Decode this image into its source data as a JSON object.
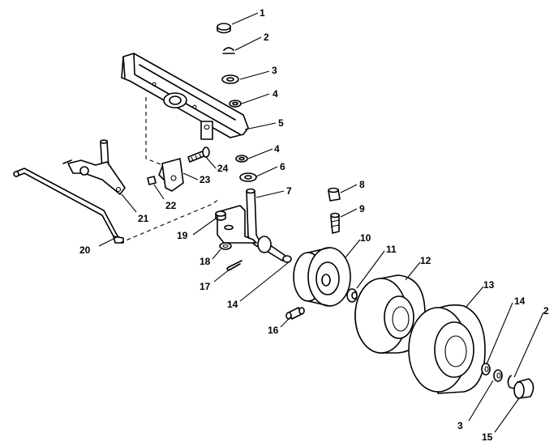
{
  "callouts": [
    {
      "text": "1"
    },
    {
      "text": "2"
    },
    {
      "text": "3"
    },
    {
      "text": "4"
    },
    {
      "text": "5"
    },
    {
      "text": "4"
    },
    {
      "text": "6"
    },
    {
      "text": "7"
    },
    {
      "text": "8"
    },
    {
      "text": "9"
    },
    {
      "text": "10"
    },
    {
      "text": "11"
    },
    {
      "text": "12"
    },
    {
      "text": "13"
    },
    {
      "text": "14"
    },
    {
      "text": "2"
    },
    {
      "text": "24"
    },
    {
      "text": "23"
    },
    {
      "text": "22"
    },
    {
      "text": "21"
    },
    {
      "text": "20"
    },
    {
      "text": "19"
    },
    {
      "text": "18"
    },
    {
      "text": "17"
    },
    {
      "text": "14"
    },
    {
      "text": "16"
    },
    {
      "text": "3"
    },
    {
      "text": "15"
    }
  ]
}
